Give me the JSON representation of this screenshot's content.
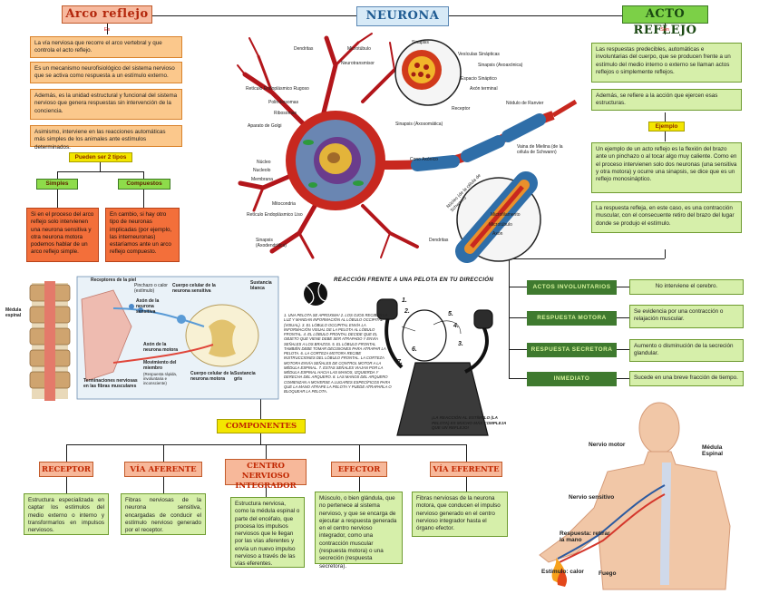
{
  "center": {
    "title": "NEURONA"
  },
  "arco": {
    "title": "Arco reflejo",
    "es": "Es",
    "boxes": [
      "La vía nerviosa que recorre el arco vertebral y que controla el acto reflejo.",
      "Es un mecanismo neurofisiológico del sistema nervioso que se activa como respuesta a un estímulo externo.",
      "Además, es la unidad estructural y funcional del sistema nervioso que genera respuestas sin intervención de la conciencia.",
      "Asimismo, interviene en las reacciones automáticas más simples de los animales ante estímulos determinados."
    ],
    "pueden": "Pueden ser 2 tipos",
    "simples": "Simples",
    "compuestos": "Compuestos",
    "simples_text": "Si en el proceso del arco reflejo solo intervienen una neurona sensitiva y otra neurona motora podemos hablar de un arco reflejo simple.",
    "compuestos_text": "En cambio, si hay otro tipo de neuronas implicadas (por ejemplo, las interneuronas) estaríamos ante un arco reflejo compuesto."
  },
  "acto": {
    "title": "ACTO REFLEJO",
    "son": "Son",
    "boxes": [
      "Las respuestas predecibles, automáticas e involuntarias del cuerpo, que se producen frente a un estímulo del medio interno o externo se llaman actos reflejos o simplemente reflejos.",
      "Además, se refiere a la acción que ejercen esas estructuras."
    ],
    "ejemplo": "Ejemplo",
    "ejemplo_boxes": [
      "Un ejemplo de un acto reflejo es la flexión del brazo ante un pinchazo o al tocar algo muy caliente. Como en el proceso intervienen solo dos neuronas (una sensitiva y otra motora) y ocurre una sinapsis, se dice que es un reflejo monosináptico.",
      "La respuesta refleja, en este caso, es una contracción muscular, con el consecuente retiro del brazo del lugar donde se produjo el estímulo."
    ]
  },
  "props": [
    {
      "tag": "Actos involuntarios",
      "text": "No interviene el cerebro."
    },
    {
      "tag": "Respuesta motora",
      "text": "Se evidencia por una contracción o relajación muscular."
    },
    {
      "tag": "Respuesta secretora",
      "text": "Aumento o disminución de la secreción glandular."
    },
    {
      "tag": "Inmediato",
      "text": "Sucede en una breve fracción de tiempo."
    }
  ],
  "componentes": {
    "title": "COMPONENTES",
    "items": [
      {
        "head": "RECEPTOR",
        "text": "Estructura especializada en captar los estímulos del medio externo o interno y transformarlos en impulsos nerviosos."
      },
      {
        "head": "VÍA AFERENTE",
        "text": "Fibras nerviosas de la neurona sensitiva, encargadas de conducir el estímulo nervioso generado por el receptor."
      },
      {
        "head": "CENTRO NERVIOSO INTEGRADOR",
        "text": "Estructura nerviosa, como la médula espinal o parte del encéfalo, que procesa los impulsos nerviosos que le llegan por las vías aferentes y envía un nuevo impulso nervioso a través de las vías eferentes."
      },
      {
        "head": "EFECTOR",
        "text": "Músculo, o bien glándula, que no pertenece al sistema nervioso, y que se encarga de ejecutar a respuesta generada en el centro nervioso integrador, como una contracción muscular (respuesta motora) o una secreción (respuesta secretora)."
      },
      {
        "head": "VÍA EFERENTE",
        "text": "Fibras nerviosas de la neurona motora, que conducen el impulso nervioso generado en el centro nervioso integrador hasta el órgano efector."
      }
    ]
  },
  "neuron_labels": {
    "dendritas": "Dendritas",
    "microtubulo": "Microtúbulo",
    "neurotransmisor": "Neurotransmisor",
    "reticulo_rugoso": "Retículo Endoplásmico Rugoso",
    "polirribosomas": "Polirribosomas",
    "ribosomas": "Ribosomas",
    "golgi": "Aparato de Golgi",
    "nucleo": "Núcleo",
    "nucleolo": "Nucleolo",
    "membrana": "Membrana",
    "mitocondria": "Mitocondria",
    "reticulo_liso": "Retículo Endoplásmico Liso",
    "sinapsis_axo": "Sinapsis (Axodendrítica)",
    "sinapsis": "Sinapsis",
    "vesiculas": "Vesículas Sinápticas",
    "sinapsis_axo2": "Sinapsis (Axoaxónica)",
    "espacio": "Espacio Sináptico",
    "axon_terminal": "Axón terminal",
    "receptor": "Receptor",
    "nodulo": "Nódulo de Ranvier",
    "sinapsis_auto": "Sinapsis (Axosomática)",
    "cono": "Cono Axónico",
    "vaina": "Vaina de Mielina (de la célula de Schwann)",
    "nucleo_schwann": "Núcleo (de la célula de Schwann)",
    "microfilamento": "Microfilamento",
    "microtubulo2": "Microtúbulo",
    "axon": "Axón",
    "dendritas2": "Dendritas"
  },
  "spinal_labels": {
    "medula": "Médula espinal",
    "receptores": "Receptores de la piel",
    "pinchazo": "Pinchazo o calor (estímulo)",
    "cuerpo_sensitiva": "Cuerpo celular de la neurona sensitiva",
    "axon_sensitiva": "Axón de la neurona sensitiva",
    "sustancia_blanca": "Sustancia blanca",
    "axon_motora": "Axón de la neurona motora",
    "movimiento": "Movimiento del miembro",
    "movimiento_sub": "(Respuesta rápida, involuntaria e inconsciente)",
    "cuerpo_motora": "Cuerpo celular de la neurona motora",
    "sustancia_gris": "Sustancia gris",
    "terminaciones": "Terminaciones nerviosas en las fibras musculares"
  },
  "comic": {
    "title": "REACCIÓN FRENTE A UNA PELOTA EN TU DIRECCIÓN",
    "steps": "1. UNA PELOTA SE APROXIMA! 2. LOS OJOS RECIBEN LA LUZ Y MANDAN INFORMACIÓN AL LÓBULO OCCIPITAL (VISUAL). 3. EL LÓBULO OCCIPITAL ENVÍA LA INFORMACIÓN VISUAL DE LA PELOTA AL LÓBULO FRONTAL. 4. EL LÓBULO FRONTAL DECIDE QUE EL OBJETO QUE VIENE DEBE SER ATRAPADO Y ENVÍA SEÑALES A LOS BRAZOS. 5. EL LÓBULO FRONTAL TAMBIÉN DEBE TOMAR DECISIONES PARA ATRAPAR LA PELOTA. 6. LA CORTEZA MOTORA RECIBE INSTRUCCIONES DEL LÓBULO FRONTAL. LA CORTEZA MOTORA ENVÍA SEÑALES DE CONTROL MOTOR A LA MÉDULA ESPINAL. 7. ESTAS SEÑALES VIAJAN POR LA MÉDULA ESPINAL HACIA LAS MANOS, IZQUIERDA Y DERECHA DEL ARQUERO. 8. LAS MANOS DEL ARQUERO COMIENZAN A MOVERSE A LUGARES ESPECÍFICOS PARA QUE LA MANO ATRAPE LA PELOTA Y PUEDE ATRAPARLA O BLOQUEAR LA PELOTA.",
    "note": "¡LA REACCIÓN AL ESTÍMULO (LA PELOTA) ES MUCHO MÁS COMPLEJA QUE UN REFLEJO!",
    "nums": [
      "1.",
      "2.",
      "3.",
      "4.",
      "5.",
      "6.",
      "7."
    ]
  },
  "body_labels": {
    "motor": "Nervio motor",
    "medula": "Médula Espinal",
    "sensitivo": "Nervio sensitivo",
    "respuesta": "Respuesta: retirar la mano",
    "estimulo": "Estímulo: calor",
    "fuego": "Fuego"
  }
}
